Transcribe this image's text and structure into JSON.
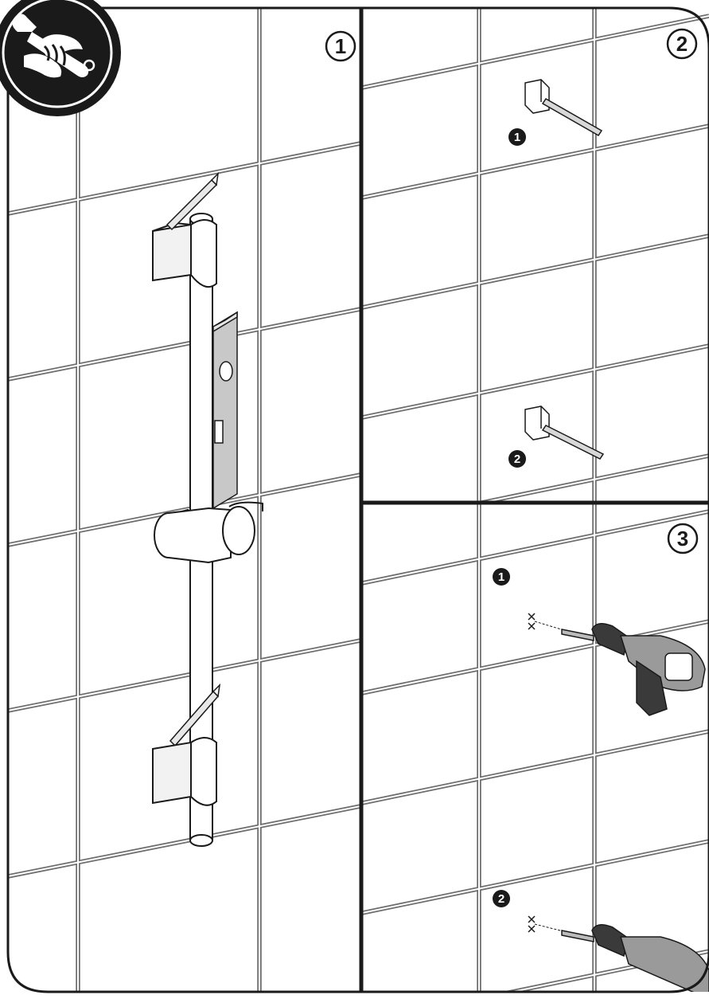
{
  "steps": [
    {
      "number": "1"
    },
    {
      "number": "2",
      "callouts": [
        "1",
        "2"
      ]
    },
    {
      "number": "3",
      "callouts": [
        "1",
        "2"
      ]
    }
  ],
  "icons": {
    "badge": "wrench-hand-icon",
    "tool": "drill-icon"
  },
  "colors": {
    "line": "#1a1a1a",
    "grout": "#555555",
    "metal": "#c8c8c8",
    "drill_body": "#9a9a9a",
    "drill_dark": "#3a3a3a"
  }
}
